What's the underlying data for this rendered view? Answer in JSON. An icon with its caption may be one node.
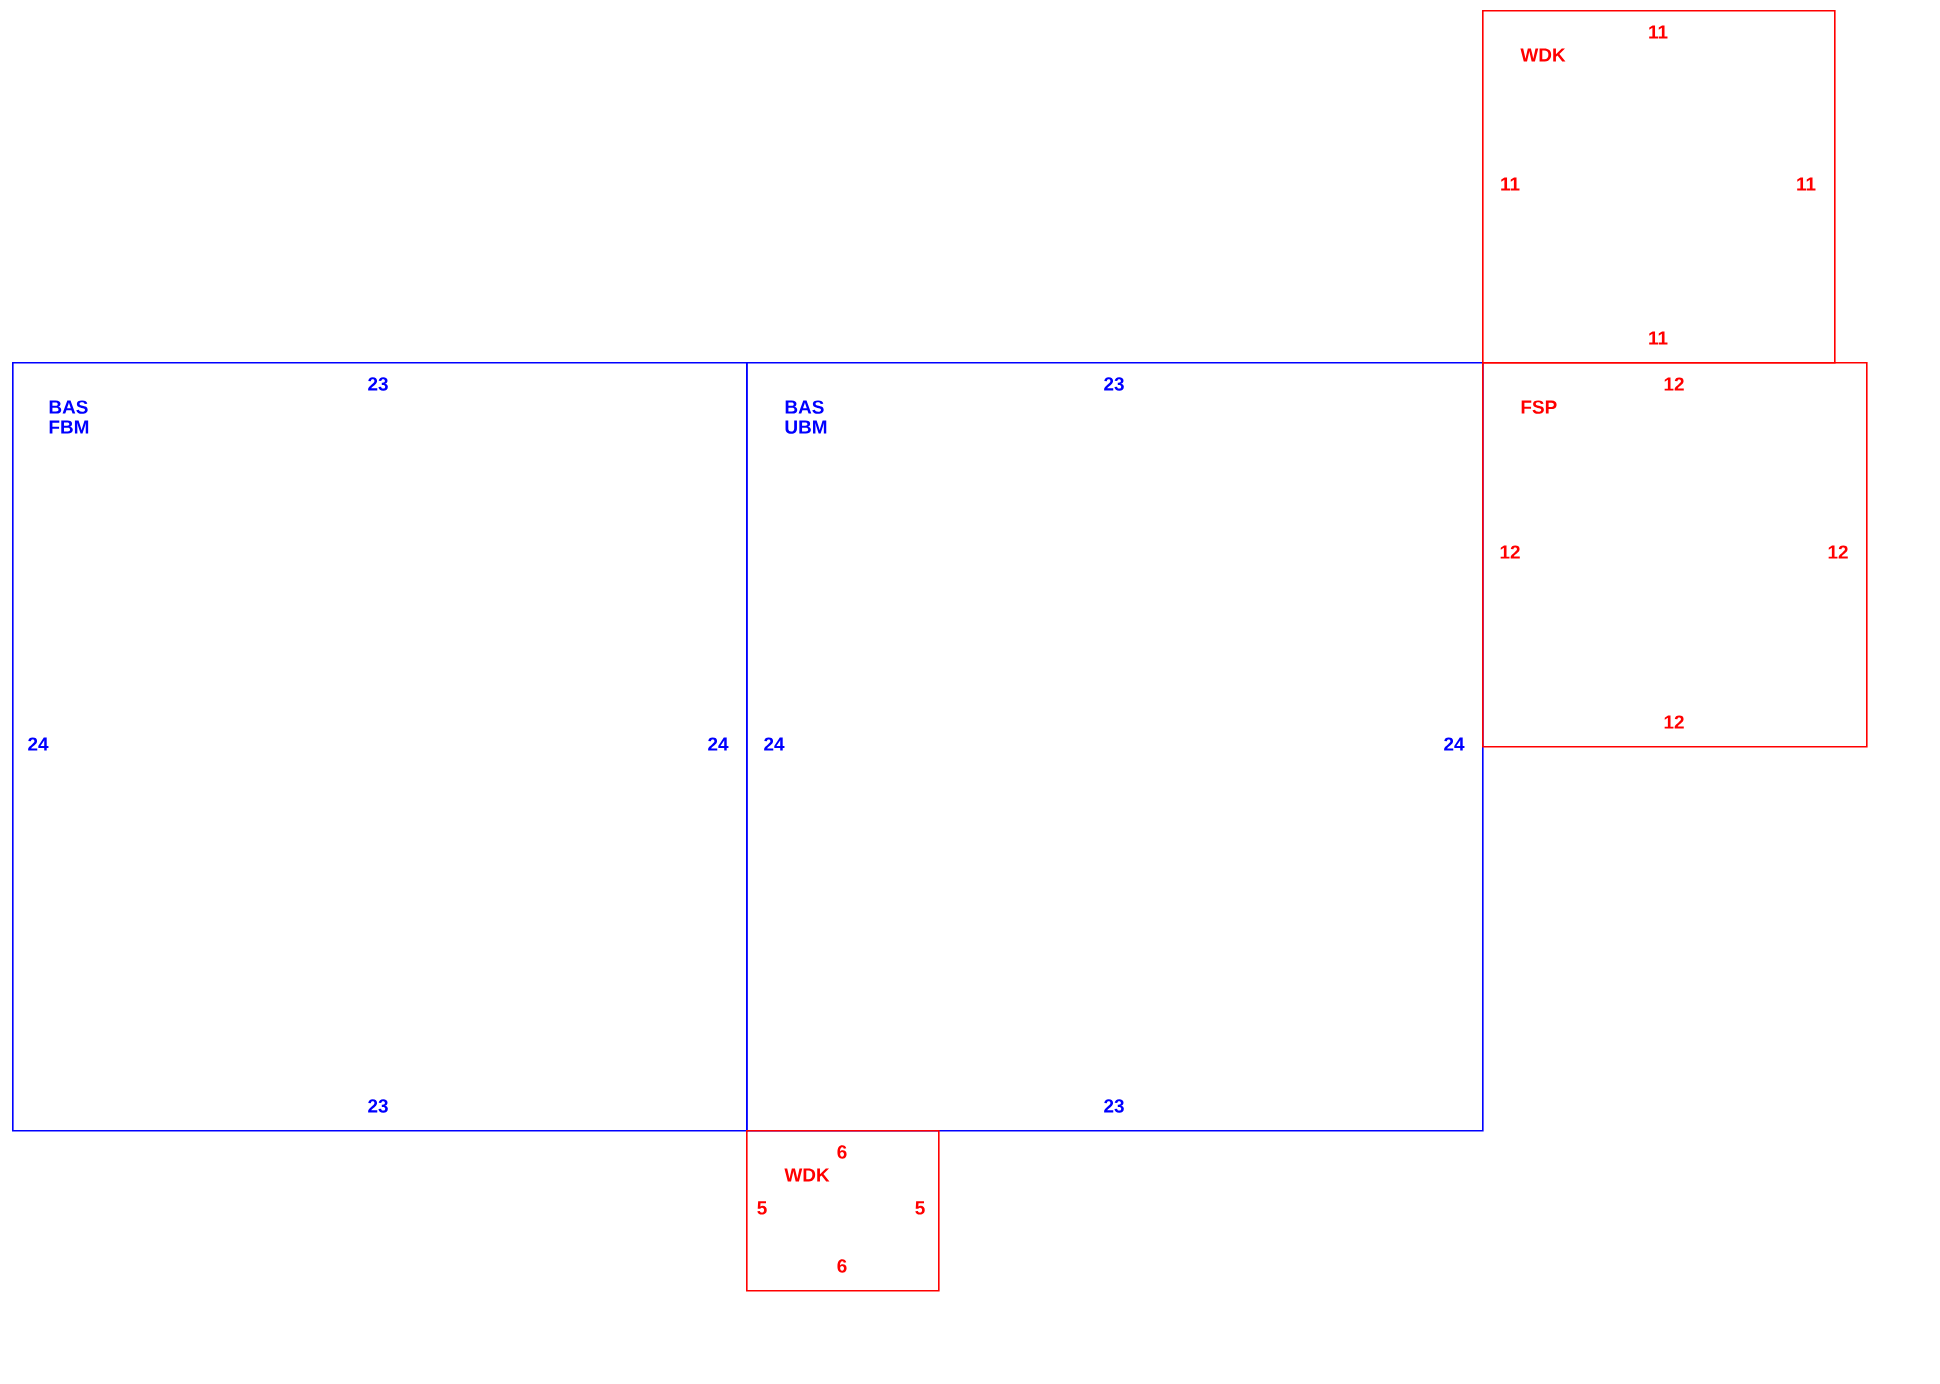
{
  "diagram": {
    "nodes": [
      {
        "text": [
          "BAS FBM",
          "23",
          "24",
          "24",
          "23"
        ]
      },
      {
        "text": [
          "BAS UBM",
          "23",
          "24",
          "24",
          "23"
        ]
      },
      {
        "text": [
          "WDK",
          "11",
          "11",
          "11",
          "11"
        ]
      },
      {
        "text": [
          "FSP",
          "12",
          "12",
          "12",
          "12"
        ]
      },
      {
        "text": [
          "WDK",
          "6",
          "5",
          "5",
          "6"
        ]
      }
    ]
  }
}
